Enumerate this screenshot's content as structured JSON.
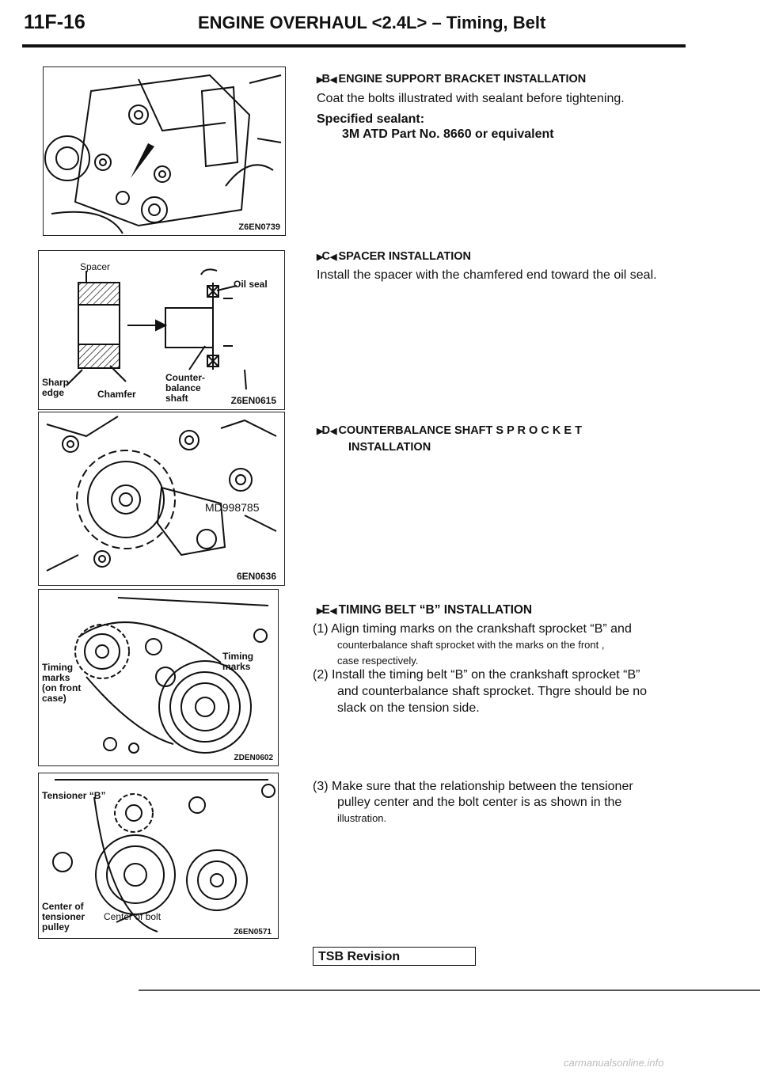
{
  "header": {
    "code": "11F-16",
    "title": "ENGINE OVERHAUL <2.4L> – Timing, Belt"
  },
  "figures": {
    "fig1": {
      "id": "Z6EN0739"
    },
    "fig2": {
      "id": "Z6EN0615",
      "labels": {
        "spacer": "Spacer",
        "oil_seal": "Oil seal",
        "sharp_edge_1": "Sharp",
        "sharp_edge_2": "edge",
        "chamfer": "Chamfer",
        "cb_shaft_1": "Counter-",
        "cb_shaft_2": "balance",
        "cb_shaft_3": "shaft"
      }
    },
    "fig3": {
      "id": "6EN0636",
      "tool": "MD998785"
    },
    "fig4": {
      "id": "ZDEN0602",
      "labels": {
        "left_1": "Timing",
        "left_2": "marks",
        "left_3": "(on front",
        "left_4": "case)",
        "right_1": "Timing",
        "right_2": "marks"
      }
    },
    "fig5": {
      "id": "Z6EN0571",
      "labels": {
        "tensioner": "Tensioner “B”",
        "center_1": "Center of",
        "center_2": "tensioner",
        "center_3": "pulley",
        "center_bolt": "Center of bolt"
      }
    }
  },
  "sections": {
    "b": {
      "marker": "B",
      "title": "ENGINE SUPPORT BRACKET INSTALLATION",
      "body": "Coat the bolts illustrated with sealant before tightening.",
      "spec_label": "Specified sealant:",
      "spec_value": "3M ATD Part No. 8660 or equivalent"
    },
    "c": {
      "marker": "C",
      "title": "SPACER INSTALLATION",
      "body": "Install the spacer with the chamfered end toward the oil seal."
    },
    "d": {
      "marker": "D",
      "title_1": "COUNTERBALANCE SHAFT S P R O C K E T",
      "title_2": "INSTALLATION"
    },
    "e": {
      "marker": "E",
      "title": "TIMING BELT “B” INSTALLATION",
      "step1_a": "(1) Align timing marks on the crankshaft sprocket “B” and",
      "step1_b": "counterbalance shaft sprocket with the marks on the front ,",
      "step1_c": "case respectively.",
      "step2_a": "(2) Install the timing belt “B” on the crankshaft sprocket “B”",
      "step2_b": "and counterbalance shaft sprocket. Thgre should be no",
      "step2_c": "slack on the tension side.",
      "step3_a": "(3) Make sure that the relationship between the tensioner",
      "step3_b": "pulley center and the bolt center is as shown in the",
      "step3_c": "illustration."
    }
  },
  "footer": {
    "tsb": "TSB Revision",
    "watermark": "carmanualsonline.info"
  }
}
